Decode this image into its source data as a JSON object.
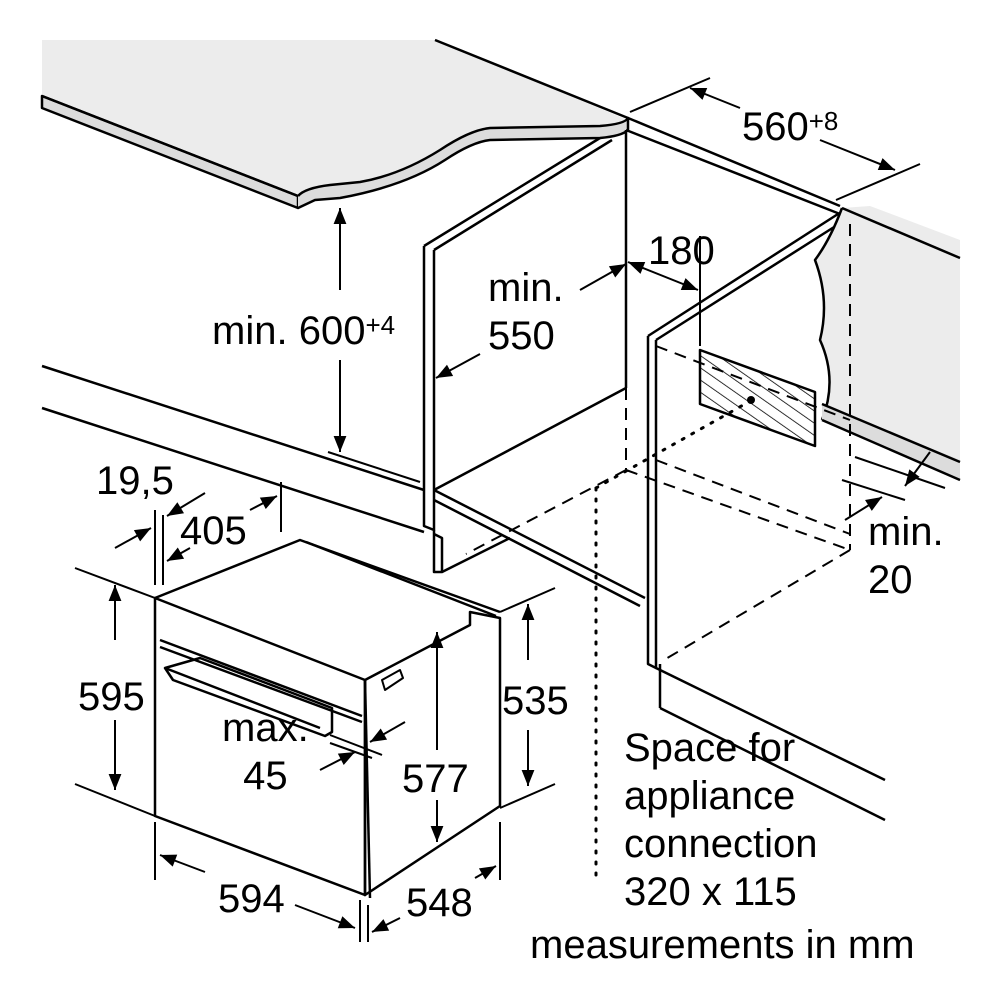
{
  "diagram": {
    "type": "built-in oven installation dimension drawing",
    "units_note": "measurements in mm",
    "colors": {
      "line": "#000000",
      "worktop_fill": "#ececec",
      "worktop_edge": "#dcdcdc",
      "background": "#ffffff"
    },
    "cabinet_dimensions": {
      "niche_width": {
        "value": "560",
        "tolerance": "+8"
      },
      "niche_height": {
        "prefix": "min.",
        "value": "600",
        "tolerance": "+4"
      },
      "niche_depth": {
        "line1": "min.",
        "line2": "550"
      },
      "connection_offset": "180",
      "rear_clearance": {
        "line1": "min.",
        "line2": "20"
      }
    },
    "appliance_dimensions": {
      "panel_thickness": "19,5",
      "top_depth": "405",
      "total_height": "595",
      "body_height": "577",
      "side_height": "535",
      "total_width": "594",
      "body_depth": "548",
      "door_gap": {
        "line1": "max.",
        "line2": "45"
      }
    },
    "connection_space": {
      "line1": "Space for",
      "line2": "appliance",
      "line3": "connection",
      "line4": "320 x 115"
    }
  }
}
